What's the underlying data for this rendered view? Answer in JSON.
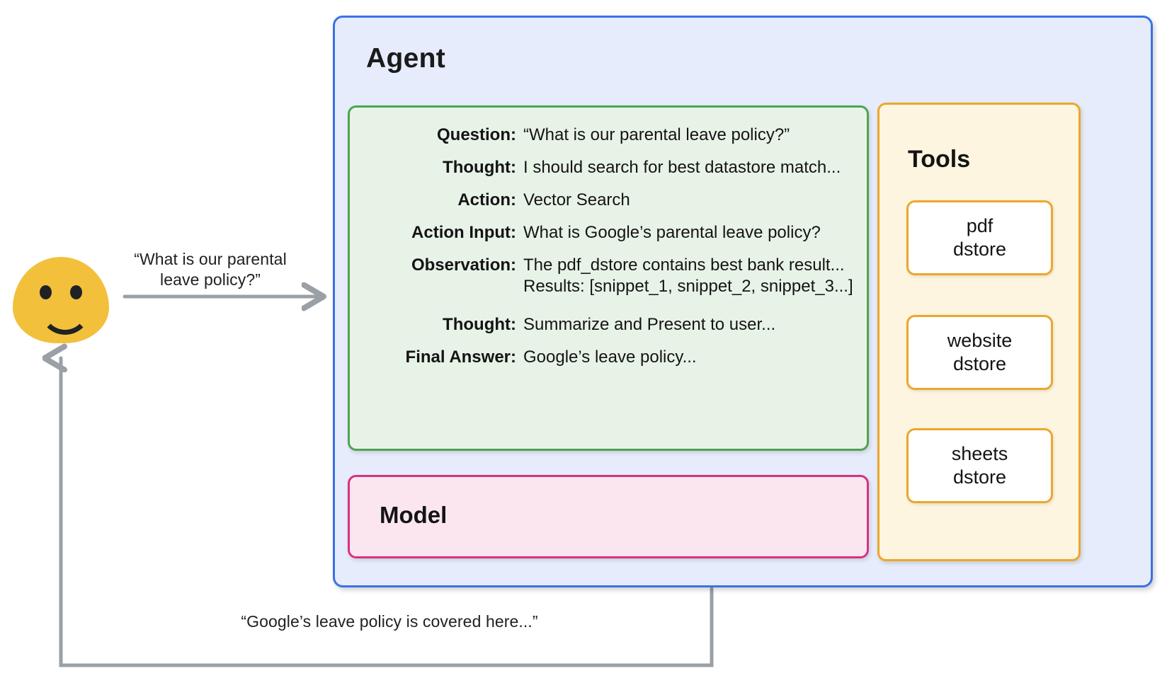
{
  "agent": {
    "title": "Agent",
    "border_color": "#3B71E8",
    "background_color": "#E6ECFB"
  },
  "trace": {
    "border_color": "#4FA353",
    "background_color": "#E8F3E8",
    "rows": [
      {
        "label": "Question:",
        "value": "“What is our parental leave policy?”"
      },
      {
        "label": "Thought:",
        "value": "I should search for best datastore match..."
      },
      {
        "label": "Action:",
        "value": "Vector Search"
      },
      {
        "label": "Action Input:",
        "value": "What is Google’s parental leave policy?"
      },
      {
        "label": "Observation:",
        "value": "The pdf_dstore contains best bank result...\nResults: [snippet_1, snippet_2, snippet_3...]"
      },
      {
        "label": "Thought:",
        "value": "Summarize and Present to user..."
      },
      {
        "label": "Final Answer:",
        "value": "Google’s leave policy..."
      }
    ]
  },
  "model": {
    "title": "Model",
    "border_color": "#D6337F",
    "background_color": "#FBE6F0"
  },
  "tools": {
    "title": "Tools",
    "border_color": "#ECA72C",
    "background_color": "#FDF5DF",
    "cards": [
      {
        "label": "pdf\ndstore"
      },
      {
        "label": "website\ndstore"
      },
      {
        "label": "sheets\ndstore"
      }
    ]
  },
  "flow": {
    "user_query": "“What is our parental\nleave policy?”",
    "agent_answer": "“Google’s leave policy is covered here...”",
    "arrow_color": "#9AA0A6",
    "dotted_color": "#9AA0A6"
  },
  "avatar": {
    "fill_color": "#F3C03C",
    "feature_color": "#202124"
  }
}
